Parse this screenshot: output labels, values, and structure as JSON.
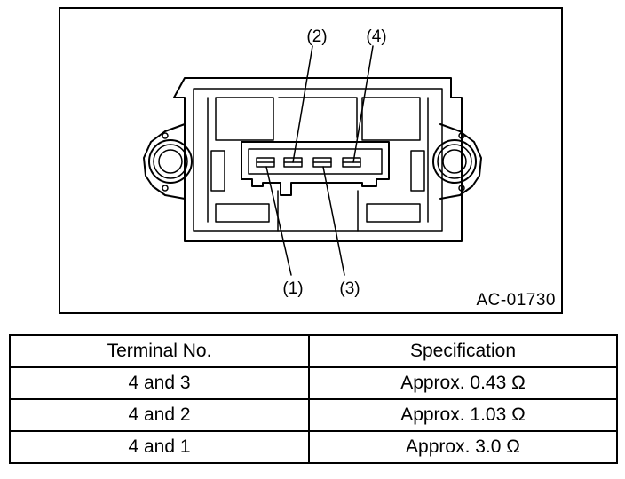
{
  "figure": {
    "id_label": "AC-01730",
    "callouts": [
      {
        "key": "t1",
        "text": "(1)"
      },
      {
        "key": "t2",
        "text": "(2)"
      },
      {
        "key": "t3",
        "text": "(3)"
      },
      {
        "key": "t4",
        "text": "(4)"
      }
    ]
  },
  "table": {
    "headers": [
      "Terminal No.",
      "Specification"
    ],
    "rows": [
      [
        "4 and 3",
        "Approx. 0.43 Ω"
      ],
      [
        "4 and 2",
        "Approx. 1.03 Ω"
      ],
      [
        "4 and 1",
        "Approx. 3.0 Ω"
      ]
    ]
  }
}
